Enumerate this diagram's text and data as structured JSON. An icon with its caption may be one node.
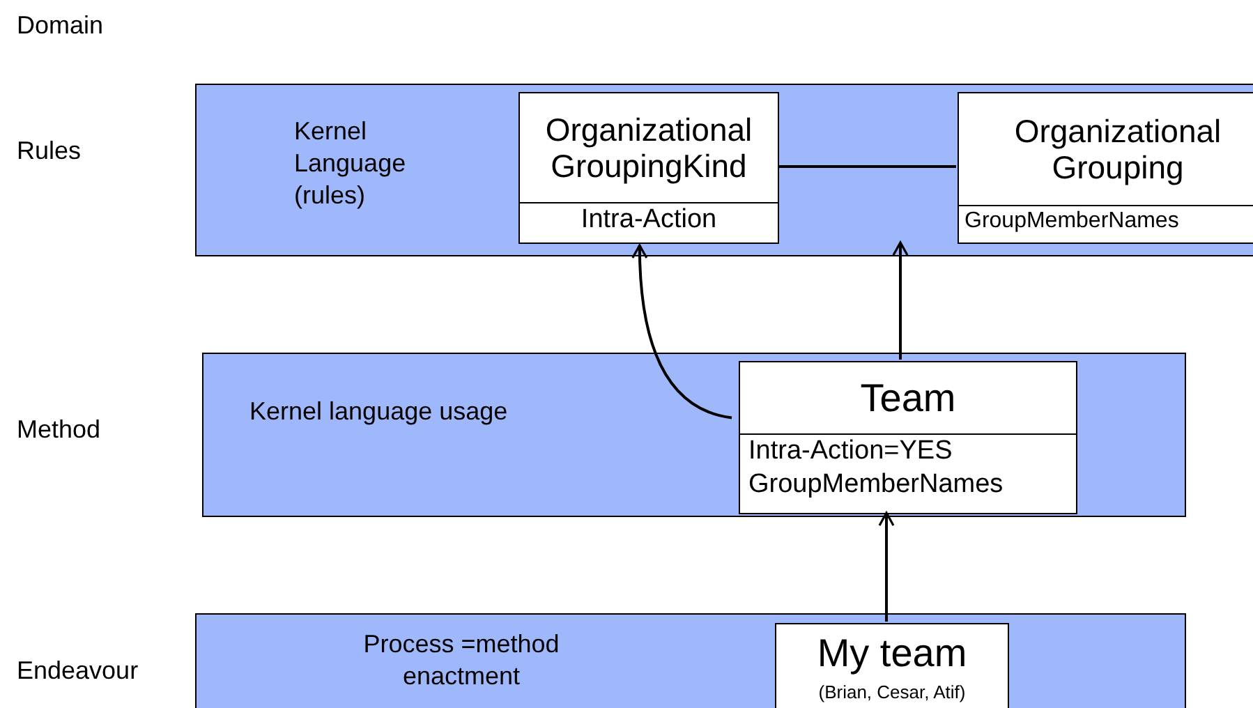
{
  "diagram": {
    "nodes": [
      {
        "text": [
          "Kernel Language (rules)"
        ]
      },
      {
        "text": [
          "Organizational GroupingKind",
          "Intra-Action"
        ],
        "in": 0
      },
      {
        "text": [
          "Organizational Grouping",
          "GroupMemberNames"
        ],
        "in": 0
      },
      {
        "text": [
          "Kernel language usage"
        ]
      },
      {
        "text": [
          "Team",
          "Intra-Action=YES",
          "GroupMemberNames"
        ],
        "in": 3
      },
      {
        "text": [
          "Process =method enactment"
        ]
      },
      {
        "text": [
          "My team",
          "(Brian, Cesar, Atif)"
        ],
        "in": 5
      }
    ],
    "edges": [
      {
        "from": 1,
        "to": 2,
        "arrow": "none"
      },
      {
        "from": 4,
        "to": 1,
        "arrow": "to"
      },
      {
        "from": 4,
        "to": 2,
        "arrow": "to"
      },
      {
        "from": 6,
        "to": 4,
        "arrow": "to"
      }
    ],
    "labels": [
      "Domain",
      "Rules",
      "Method",
      "Endeavour"
    ]
  }
}
